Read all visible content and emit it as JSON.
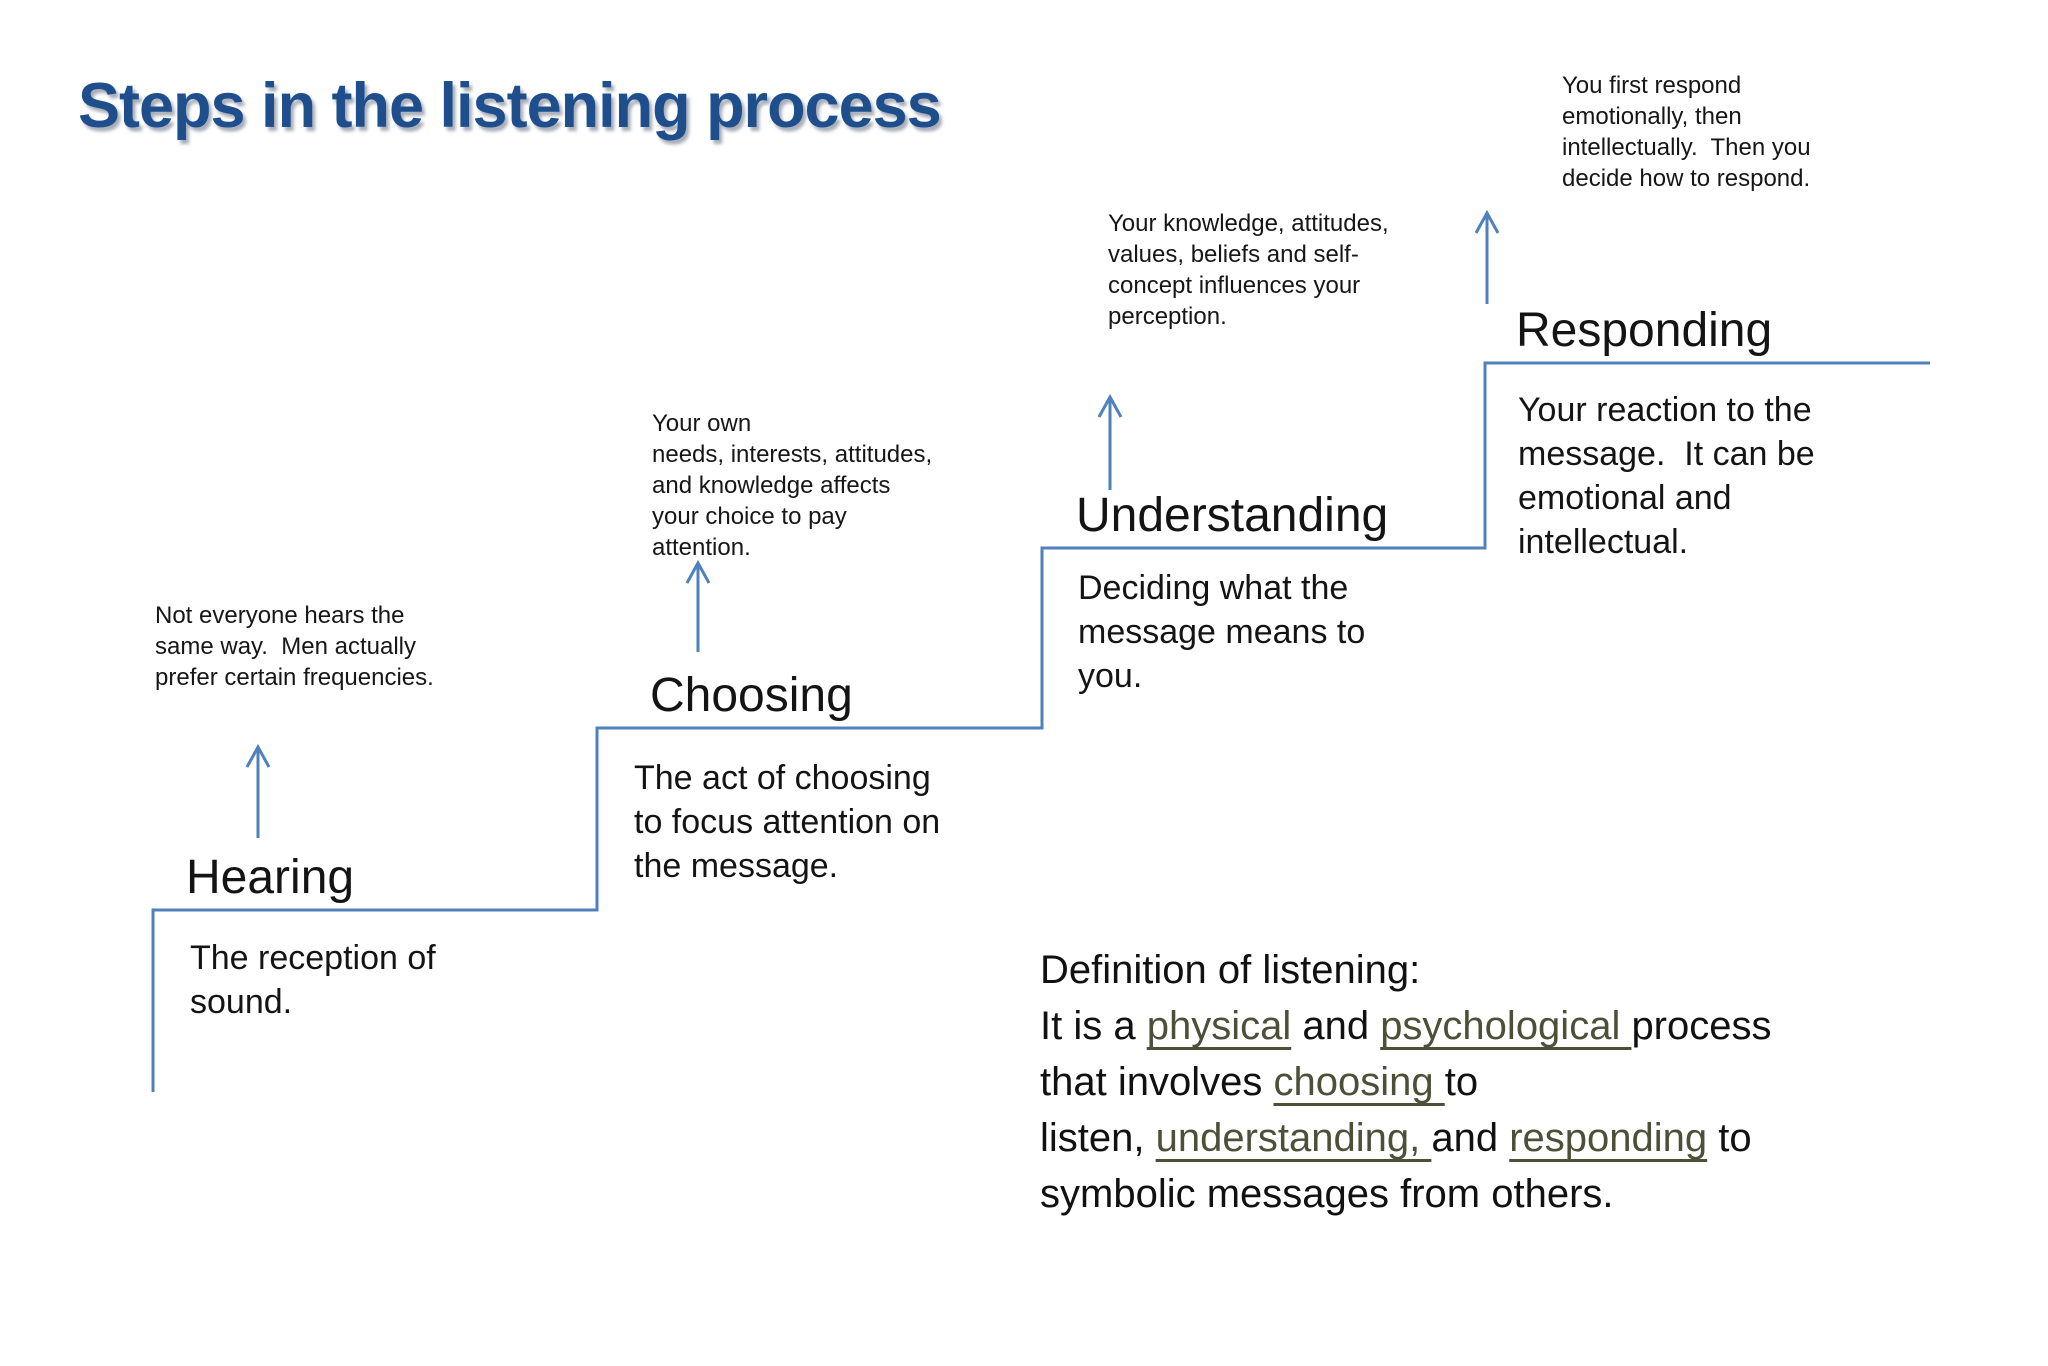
{
  "slide": {
    "title": "Steps in the listening process",
    "colors": {
      "title_blue": "#1f4e8c",
      "line_blue": "#4f81bd",
      "term_olive": "#4d4f38",
      "text_black": "#141414",
      "background": "#ffffff"
    },
    "steps": [
      {
        "id": "hearing",
        "label": "Hearing",
        "description": "The reception of\nsound.",
        "annotation": "Not everyone hears the\nsame way.  Men actually\nprefer certain frequencies."
      },
      {
        "id": "choosing",
        "label": "Choosing",
        "description": "The act of choosing\nto focus attention on\nthe message.",
        "annotation": "Your own\nneeds, interests, attitudes,\nand knowledge affects\nyour choice to pay\nattention."
      },
      {
        "id": "understanding",
        "label": "Understanding",
        "description": "Deciding what the\nmessage means to\nyou.",
        "annotation": "Your knowledge, attitudes,\nvalues, beliefs and self-\nconcept influences your\nperception."
      },
      {
        "id": "responding",
        "label": "Responding",
        "description": "Your reaction to the\nmessage.  It can be\nemotional and\nintellectual.",
        "annotation": "You first respond\nemotionally, then\nintellectually.  Then you\ndecide how to respond."
      }
    ],
    "definition": {
      "segments": [
        {
          "style": "plain",
          "text": "Definition of listening:\nIt is a "
        },
        {
          "style": "term",
          "text": "physical"
        },
        {
          "style": "plain",
          "text": " and "
        },
        {
          "style": "term",
          "text": "psychological "
        },
        {
          "style": "plain",
          "text": "process\nthat involves "
        },
        {
          "style": "term",
          "text": "choosing "
        },
        {
          "style": "plain",
          "text": "to\nlisten, "
        },
        {
          "style": "term",
          "text": "understanding, "
        },
        {
          "style": "plain",
          "text": "and "
        },
        {
          "style": "term",
          "text": "responding"
        },
        {
          "style": "plain",
          "text": " to\nsymbolic messages from others."
        }
      ]
    }
  }
}
